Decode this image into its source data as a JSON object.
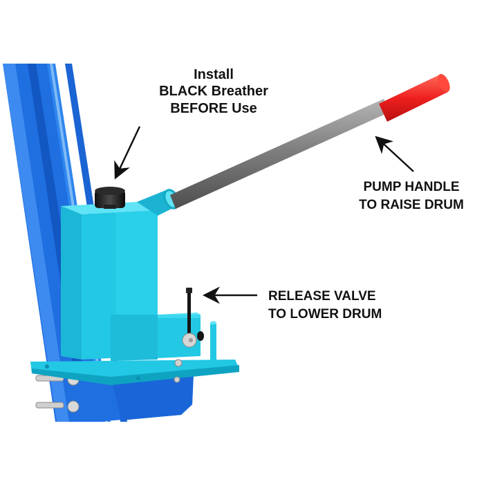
{
  "diagram": {
    "subject": "Hydraulic pump assembly on blue lift frame",
    "colors": {
      "background": "#ffffff",
      "frame_blue": "#1f6fe0",
      "frame_blue_dark": "#1257c2",
      "pump_cyan": "#22c8e4",
      "pump_cyan_light": "#5fe3f5",
      "pump_cyan_dark": "#12a9c6",
      "handle_gray": "#7d7d7d",
      "grip_red": "#ee2222",
      "breather_black": "#151515",
      "label_text": "#111111"
    },
    "callouts": [
      {
        "id": "breather",
        "lines": [
          "Install",
          "BLACK Breather",
          "BEFORE Use"
        ],
        "points_to": "black breather cap on top of pump reservoir"
      },
      {
        "id": "pump_handle",
        "lines": [
          "PUMP HANDLE",
          "TO RAISE DRUM"
        ],
        "points_to": "gray pump handle with red grip"
      },
      {
        "id": "release_valve",
        "lines": [
          "RELEASE VALVE",
          "TO LOWER DRUM"
        ],
        "points_to": "black release valve rod"
      }
    ]
  }
}
